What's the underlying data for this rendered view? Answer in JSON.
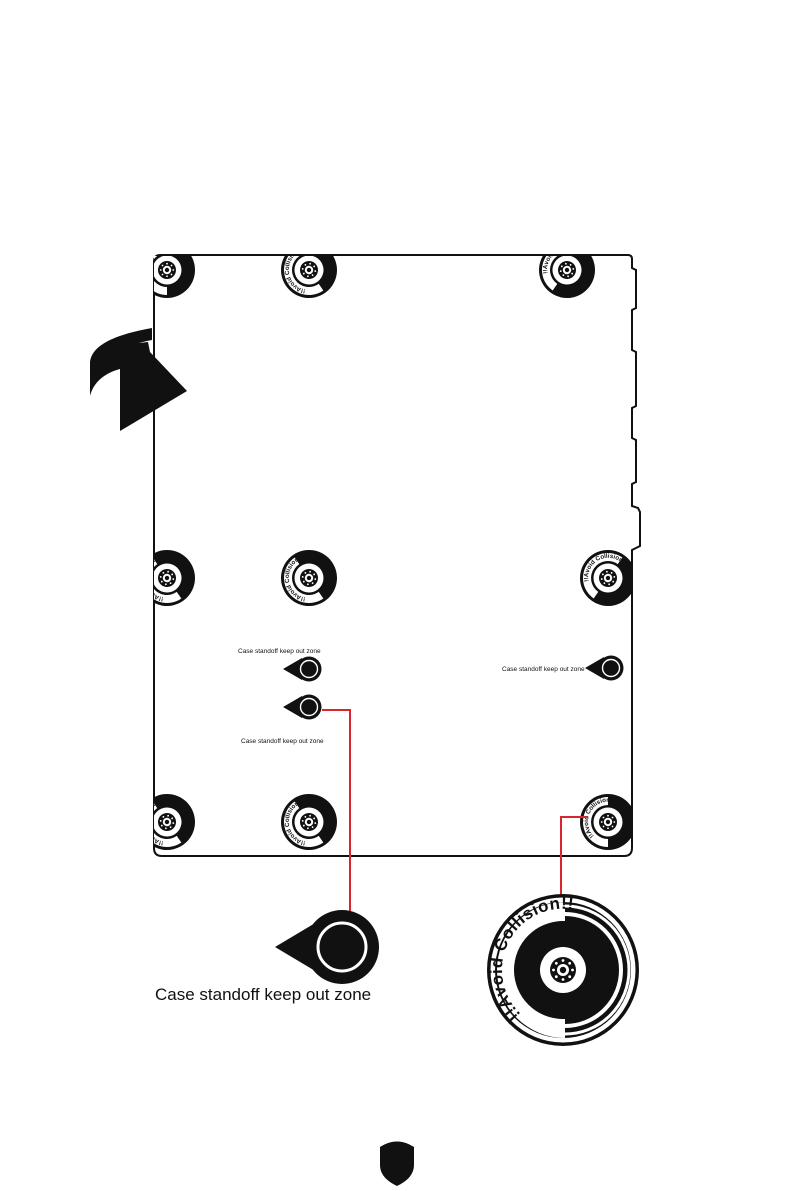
{
  "colors": {
    "ink": "#111111",
    "leader_line": "#d7262e",
    "background": "#ffffff"
  },
  "icons": {
    "flip_arrow": "flip-over-arrow-icon",
    "keepout_marker": "standoff-keepout-marker-icon",
    "avoid_collision_marker": "avoid-collision-marker-icon",
    "footer_shield": "msi-shield-icon"
  },
  "board": {
    "keepout_labels": [
      "Case standoff keep out zone",
      "Case standoff keep out zone",
      "Case standoff keep out zone"
    ],
    "mounting_hole_text": "!!Avoid Collision!!"
  },
  "legend": {
    "keepout_label": "Case standoff keep out zone",
    "avoid_collision_text": "!!Avoid Collision!!"
  }
}
